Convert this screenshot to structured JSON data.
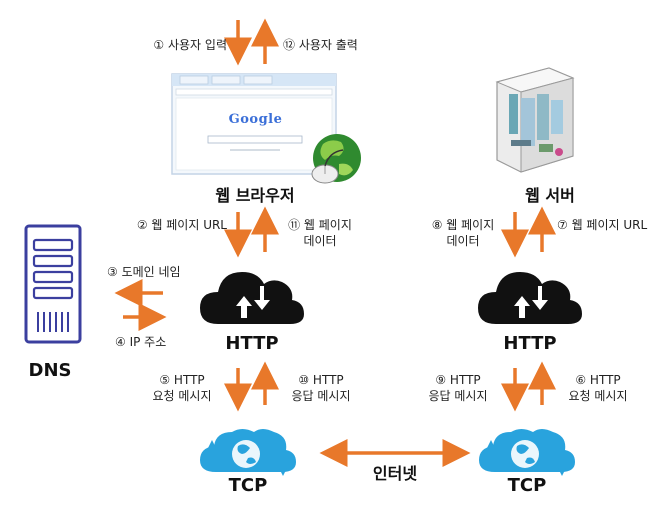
{
  "nodes": {
    "browser": "웹 브라우저",
    "server": "웹 서버",
    "dns": "DNS",
    "http_left": "HTTP",
    "http_right": "HTTP",
    "tcp_left": "TCP",
    "tcp_right": "TCP",
    "internet": "인터넷"
  },
  "browser_logo_text": "Google",
  "steps": {
    "s1": "① 사용자 입력",
    "s12": "⑫ 사용자 출력",
    "s2": "② 웹 페이지 URL",
    "s11_a": "⑪ 웹 페이지",
    "s11_b": "데이터",
    "s3": "③ 도메인 네임",
    "s4": "④ IP 주소",
    "s5_a": "⑤ HTTP",
    "s5_b": "요청 메시지",
    "s10_a": "⑩ HTTP",
    "s10_b": "응답 메시지",
    "s8_a": "⑧ 웹 페이지",
    "s8_b": "데이터",
    "s7": "⑦ 웹 페이지 URL",
    "s9_a": "⑨ HTTP",
    "s9_b": "응답 메시지",
    "s6_a": "⑥ HTTP",
    "s6_b": "요청 메시지"
  },
  "colors": {
    "arrow": "#e8782a",
    "cloud_dark": "#111111",
    "cloud_blue": "#29a3dd"
  }
}
